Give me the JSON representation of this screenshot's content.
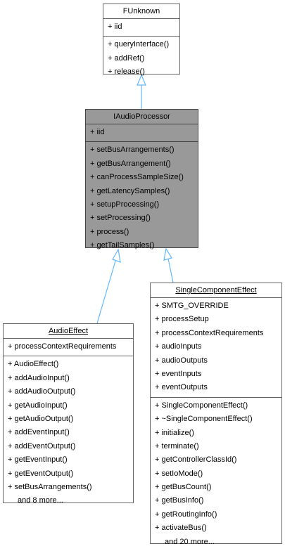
{
  "classes": {
    "funknown": {
      "name": "FUnknown",
      "attributes": [
        "+ iid"
      ],
      "methods": [
        "+ queryInterface()",
        "+ addRef()",
        "+ release()"
      ]
    },
    "iaudioprocessor": {
      "name": "IAudioProcessor",
      "attributes": [
        "+ iid"
      ],
      "methods": [
        "+ setBusArrangements()",
        "+ getBusArrangement()",
        "+ canProcessSampleSize()",
        "+ getLatencySamples()",
        "+ setupProcessing()",
        "+ setProcessing()",
        "+ process()",
        "+ getTailSamples()"
      ]
    },
    "audioeffect": {
      "name": "AudioEffect",
      "attributes": [
        "+ processContextRequirements"
      ],
      "methods": [
        "+ AudioEffect()",
        "+ addAudioInput()",
        "+ addAudioOutput()",
        "+ getAudioInput()",
        "+ getAudioOutput()",
        "+ addEventInput()",
        "+ addEventOutput()",
        "+ getEventInput()",
        "+ getEventOutput()",
        "+ setBusArrangements()"
      ],
      "more": "and 8 more..."
    },
    "singlecomponenteffect": {
      "name": "SingleComponentEffect",
      "attributes": [
        "+ SMTG_OVERRIDE",
        "+ processSetup",
        "+ processContextRequirements",
        "+ audioInputs",
        "+ audioOutputs",
        "+ eventInputs",
        "+ eventOutputs"
      ],
      "methods": [
        "+ SingleComponentEffect()",
        "+ ~SingleComponentEffect()",
        "+ initialize()",
        "+ terminate()",
        "+ getControllerClassId()",
        "+ setIoMode()",
        "+ getBusCount()",
        "+ getBusInfo()",
        "+ getRoutingInfo()",
        "+ activateBus()"
      ],
      "more": "and 20 more..."
    }
  },
  "colors": {
    "edge": "#63b8ff",
    "highlight_fill": "#999999",
    "border": "#666666"
  }
}
